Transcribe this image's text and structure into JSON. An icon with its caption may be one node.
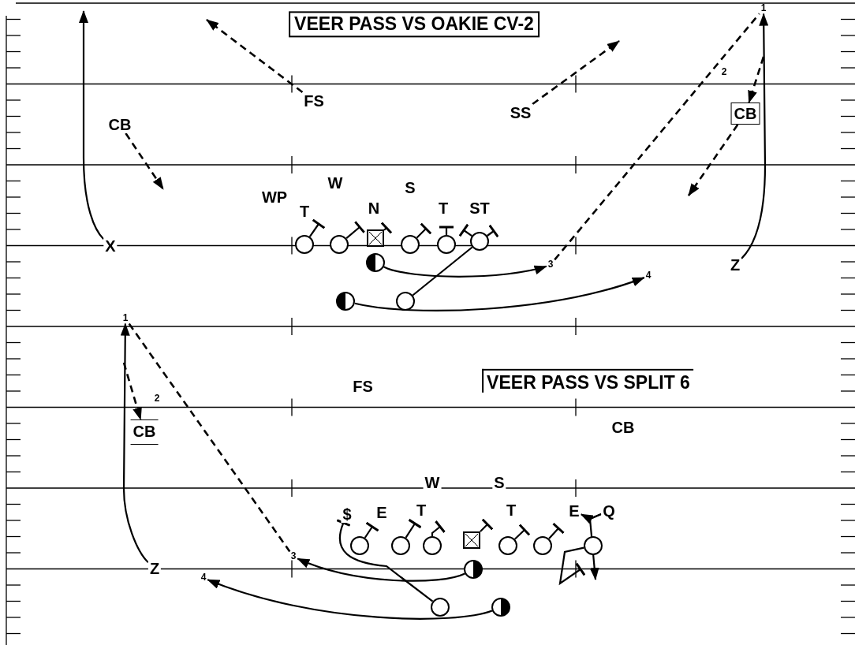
{
  "diagram": {
    "nodes": [
      {
        "text": [
          "VEER PASS VS OAKIE CV-2"
        ]
      },
      {
        "text": [
          "FS"
        ]
      },
      {
        "text": [
          "SS"
        ]
      },
      {
        "text": [
          "CB"
        ]
      },
      {
        "text": [
          "CB"
        ]
      },
      {
        "text": [
          "1"
        ]
      },
      {
        "text": [
          "WP"
        ]
      },
      {
        "text": [
          "W"
        ]
      },
      {
        "text": [
          "S"
        ]
      },
      {
        "text": [
          "T"
        ]
      },
      {
        "text": [
          "N"
        ]
      },
      {
        "text": [
          "T"
        ]
      },
      {
        "text": [
          "ST"
        ]
      },
      {
        "text": [
          "X"
        ]
      },
      {
        "text": [
          "Z"
        ]
      },
      {
        "text": [],
        "shape": "circle"
      },
      {
        "text": [],
        "shape": "circle"
      },
      {
        "text": [],
        "shape": "box"
      },
      {
        "text": [],
        "shape": "circle"
      },
      {
        "text": [],
        "shape": "circle"
      },
      {
        "text": [],
        "shape": "circle"
      },
      {
        "text": [],
        "shape": "circle"
      },
      {
        "text": [
          "3"
        ]
      },
      {
        "text": [],
        "shape": "circle"
      },
      {
        "text": [],
        "shape": "circle"
      },
      {
        "text": [
          "VEER PASS VS SPLIT 6"
        ]
      },
      {
        "text": [
          "1"
        ]
      },
      {
        "text": [
          "FS"
        ]
      },
      {
        "text": [
          "CB"
        ]
      },
      {
        "text": [
          "CB"
        ]
      },
      {
        "text": [
          "W"
        ]
      },
      {
        "text": [
          "S"
        ]
      },
      {
        "text": [
          "$"
        ]
      },
      {
        "text": [
          "E"
        ]
      },
      {
        "text": [
          "T"
        ]
      },
      {
        "text": [
          "T"
        ]
      },
      {
        "text": [
          "E"
        ]
      },
      {
        "text": [
          "Q"
        ]
      },
      {
        "text": [
          "Z"
        ]
      },
      {
        "text": [
          "3"
        ]
      },
      {
        "text": [],
        "shape": "circle"
      },
      {
        "text": [],
        "shape": "circle"
      },
      {
        "text": [],
        "shape": "circle"
      },
      {
        "text": [],
        "shape": "box"
      },
      {
        "text": [],
        "shape": "circle"
      },
      {
        "text": [],
        "shape": "circle"
      },
      {
        "text": [],
        "shape": "circle"
      },
      {
        "text": [],
        "shape": "circle"
      },
      {
        "text": [],
        "shape": "circle"
      },
      {
        "text": [],
        "shape": "circle"
      },
      {
        "text": [
          "4"
        ]
      },
      {
        "text": [
          "4"
        ]
      }
    ],
    "edges": [
      {
        "from": 13,
        "to": null,
        "arrow": "to"
      },
      {
        "from": 1,
        "to": null,
        "arrow": "to",
        "style": "dashed"
      },
      {
        "from": 2,
        "to": null,
        "arrow": "to",
        "style": "dashed"
      },
      {
        "from": 3,
        "to": null,
        "arrow": "to",
        "style": "dashed"
      },
      {
        "from": 4,
        "to": null,
        "arrow": "to",
        "style": "dashed"
      },
      {
        "from": 14,
        "to": 5,
        "arrow": "to"
      },
      {
        "from": null,
        "to": 4,
        "arrow": "to",
        "style": "dashed"
      },
      {
        "from": 22,
        "to": 5,
        "arrow": "none",
        "style": "dashed"
      },
      {
        "from": 21,
        "to": 22,
        "arrow": "to"
      },
      {
        "from": 23,
        "to": 50,
        "arrow": "to"
      },
      {
        "from": 24,
        "to": 20,
        "arrow": "none"
      },
      {
        "from": 15,
        "to": null,
        "arrow": "other"
      },
      {
        "from": 16,
        "to": null,
        "arrow": "other"
      },
      {
        "from": 17,
        "to": null,
        "arrow": "other"
      },
      {
        "from": 18,
        "to": null,
        "arrow": "other"
      },
      {
        "from": 19,
        "to": null,
        "arrow": "other"
      },
      {
        "from": 20,
        "to": null,
        "arrow": "other"
      },
      {
        "from": 20,
        "to": null,
        "arrow": "other"
      },
      {
        "from": 38,
        "to": 26,
        "arrow": "to"
      },
      {
        "from": null,
        "to": 28,
        "arrow": "to",
        "style": "dashed"
      },
      {
        "from": 26,
        "to": 39,
        "arrow": "none",
        "style": "dashed"
      },
      {
        "from": 47,
        "to": 39,
        "arrow": "to"
      },
      {
        "from": 49,
        "to": 51,
        "arrow": "to"
      },
      {
        "from": 48,
        "to": 32,
        "arrow": "other"
      },
      {
        "from": 40,
        "to": null,
        "arrow": "other"
      },
      {
        "from": 41,
        "to": null,
        "arrow": "other"
      },
      {
        "from": 42,
        "to": null,
        "arrow": "other"
      },
      {
        "from": 43,
        "to": null,
        "arrow": "other"
      },
      {
        "from": 44,
        "to": null,
        "arrow": "other"
      },
      {
        "from": 45,
        "to": null,
        "arrow": "other"
      },
      {
        "from": 46,
        "to": null,
        "arrow": "other"
      },
      {
        "from": 37,
        "to": null,
        "arrow": "to"
      },
      {
        "from": 37,
        "to": 36,
        "arrow": "to"
      }
    ],
    "labels": [
      "2",
      "2"
    ]
  }
}
